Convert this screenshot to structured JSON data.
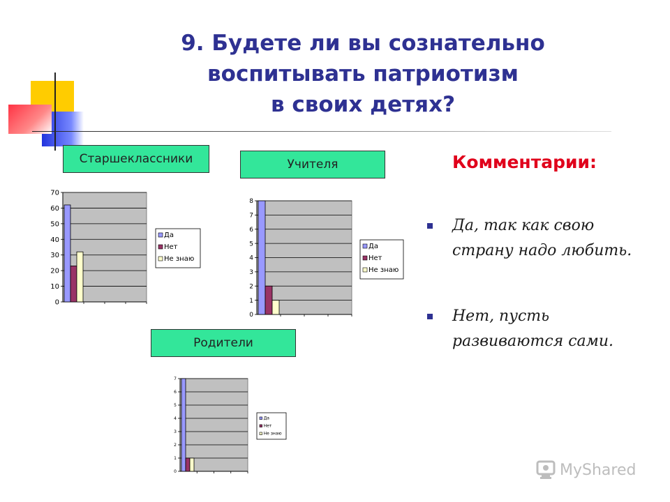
{
  "slide": {
    "title_lines": [
      "9. Будете ли вы сознательно",
      "воспитывать патриотизм",
      "в своих детях?"
    ],
    "comments_heading": "Комментарии:",
    "bullets": [
      "Да, так как свою страну надо любить.",
      "Нет, пусть развиваются сами."
    ],
    "watermark_text": "MyShared"
  },
  "colors": {
    "title": "#2e3192",
    "heading": "#e0001b",
    "label_box": "#33e69a",
    "plot_bg": "#c0c0c0",
    "da": "#9999ff",
    "net": "#993366",
    "ne_znayu": "#ffffcc"
  },
  "chart_data": [
    {
      "type": "bar",
      "title": "Старшеклассники",
      "categories": [
        ""
      ],
      "series": [
        {
          "name": "Да",
          "values": [
            62
          ]
        },
        {
          "name": "Нет",
          "values": [
            23
          ]
        },
        {
          "name": "Не знаю",
          "values": [
            32
          ]
        }
      ],
      "ylim": [
        0,
        70
      ],
      "yticks": [
        0,
        10,
        20,
        30,
        40,
        50,
        60,
        70
      ],
      "grid": true,
      "legend": "right"
    },
    {
      "type": "bar",
      "title": "Учителя",
      "categories": [
        ""
      ],
      "series": [
        {
          "name": "Да",
          "values": [
            8
          ]
        },
        {
          "name": "Нет",
          "values": [
            2
          ]
        },
        {
          "name": "Не знаю",
          "values": [
            1
          ]
        }
      ],
      "ylim": [
        0,
        8
      ],
      "yticks": [
        0,
        1,
        2,
        3,
        4,
        5,
        6,
        7,
        8
      ],
      "grid": true,
      "legend": "right"
    },
    {
      "type": "bar",
      "title": "Родители",
      "categories": [
        ""
      ],
      "series": [
        {
          "name": "Да",
          "values": [
            7
          ]
        },
        {
          "name": "Нет",
          "values": [
            1
          ]
        },
        {
          "name": "Не знаю",
          "values": [
            1
          ]
        }
      ],
      "ylim": [
        0,
        7
      ],
      "yticks": [
        0,
        1,
        2,
        3,
        4,
        5,
        6,
        7
      ],
      "grid": true,
      "legend": "right"
    }
  ]
}
